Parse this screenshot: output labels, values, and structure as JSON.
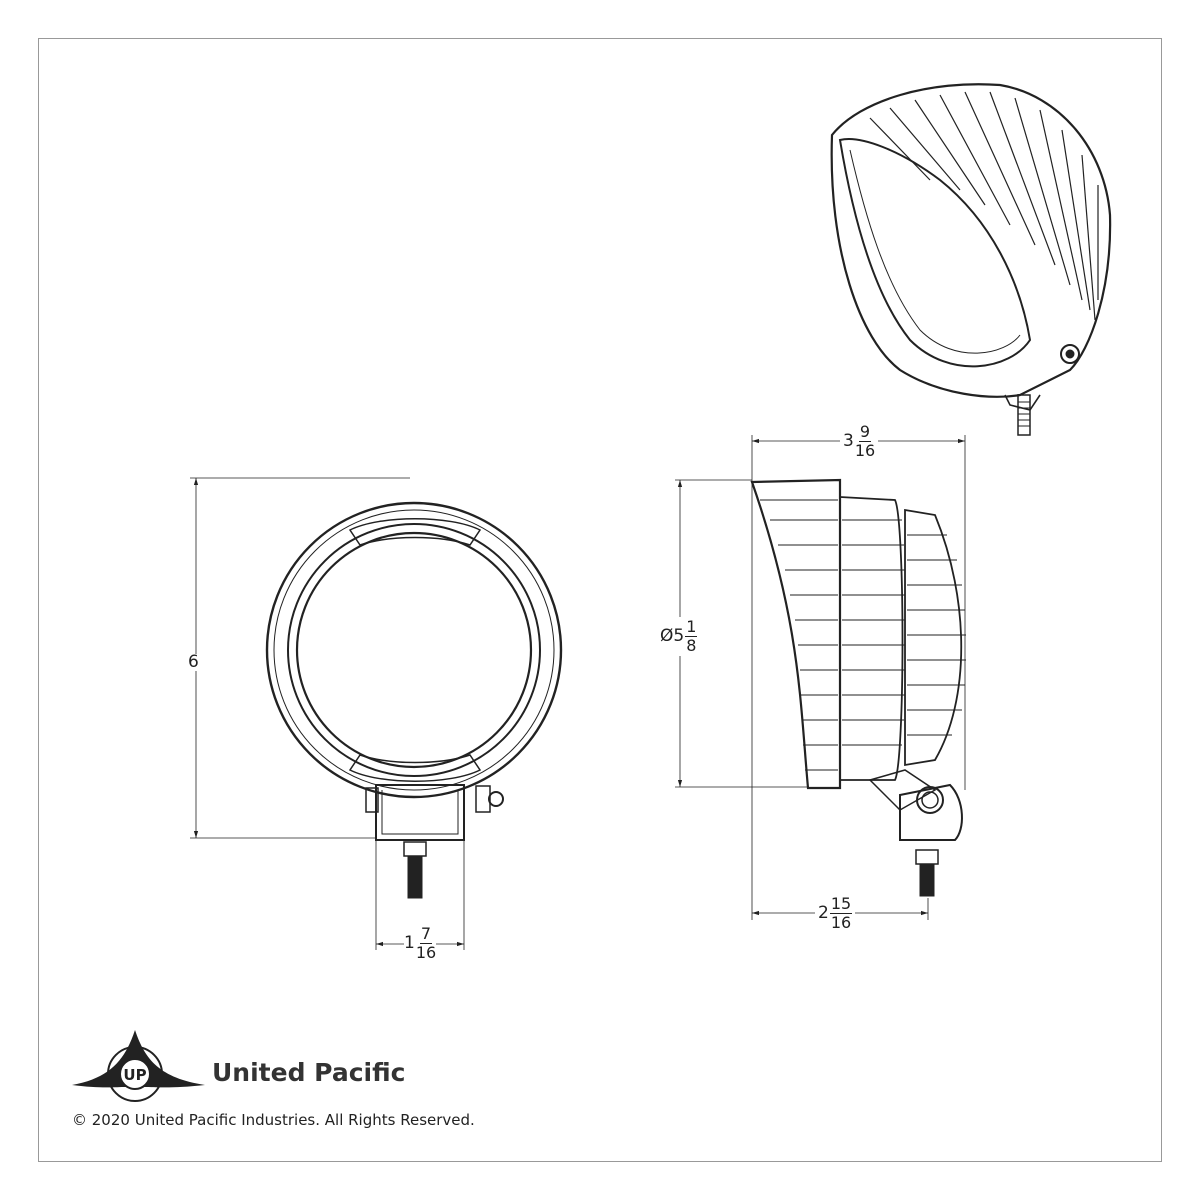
{
  "dimensions": {
    "front_height": {
      "whole": "6"
    },
    "front_bracket_width": {
      "whole": "1",
      "num": "7",
      "den": "16"
    },
    "side_depth": {
      "whole": "3",
      "num": "9",
      "den": "16"
    },
    "side_diameter": {
      "prefix": "Ø5",
      "num": "1",
      "den": "8"
    },
    "side_mount_depth": {
      "whole": "2",
      "num": "15",
      "den": "16"
    }
  },
  "logo": {
    "brand": "United Pacific",
    "mark_letters": "UP"
  },
  "footer": {
    "copyright": "© 2020 United Pacific Industries. All Rights Reserved."
  },
  "colors": {
    "line": "#222222",
    "frame": "#999999",
    "background": "#ffffff"
  }
}
